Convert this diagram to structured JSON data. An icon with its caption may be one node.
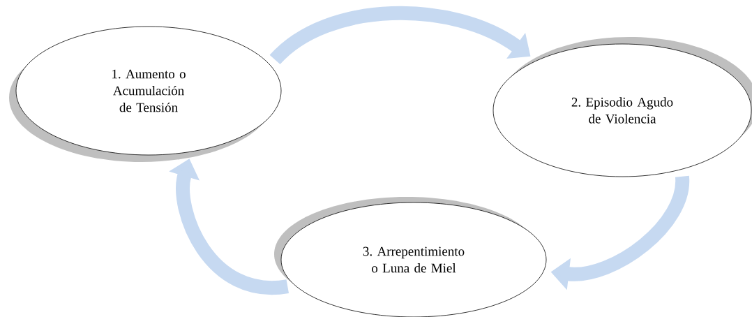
{
  "diagram": {
    "nodes": [
      {
        "text": [
          "1. Aumento o Acumulación de Tensión"
        ]
      },
      {
        "text": [
          "2. Episodio Agudo de Violencia"
        ]
      },
      {
        "text": [
          "3. Arrepentimiento o Luna de Miel"
        ]
      }
    ],
    "edges": [
      {
        "from": 0,
        "to": 1,
        "arrow": "to"
      },
      {
        "from": 1,
        "to": 2,
        "arrow": "to"
      },
      {
        "from": 2,
        "to": 0,
        "arrow": "to"
      }
    ]
  }
}
